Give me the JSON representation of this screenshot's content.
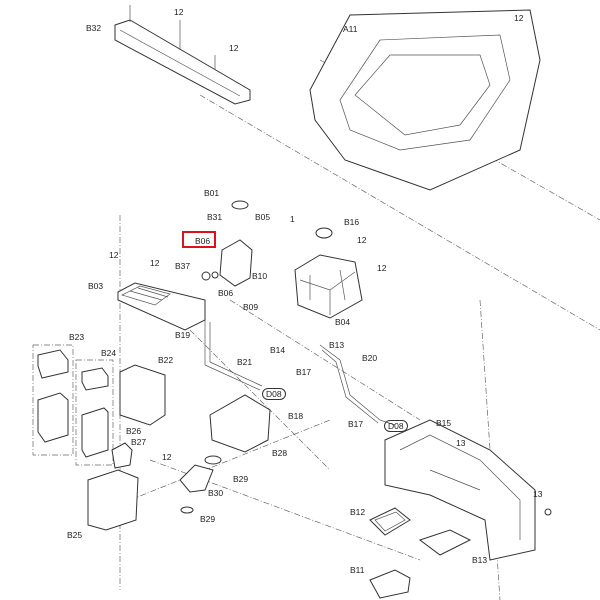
{
  "diagram": {
    "highlight_color": "#e0101a",
    "highlighted_label": "B06",
    "labels": [
      "B32",
      "12",
      "12",
      "A11",
      "12",
      "B01",
      "B31",
      "B05",
      "1",
      "B16",
      "B06",
      "12",
      "12",
      "12",
      "B37",
      "12",
      "B10",
      "B03",
      "B06",
      "B09",
      "B04",
      "B19",
      "B14",
      "B13",
      "B23",
      "B24",
      "B22",
      "B21",
      "B20",
      "B17",
      "D08",
      "B18",
      "B17",
      "D08",
      "B15",
      "13",
      "B26",
      "B27",
      "12",
      "B28",
      "B29",
      "B30",
      "13",
      "B29",
      "B12",
      "B25",
      "B13",
      "B11"
    ]
  }
}
